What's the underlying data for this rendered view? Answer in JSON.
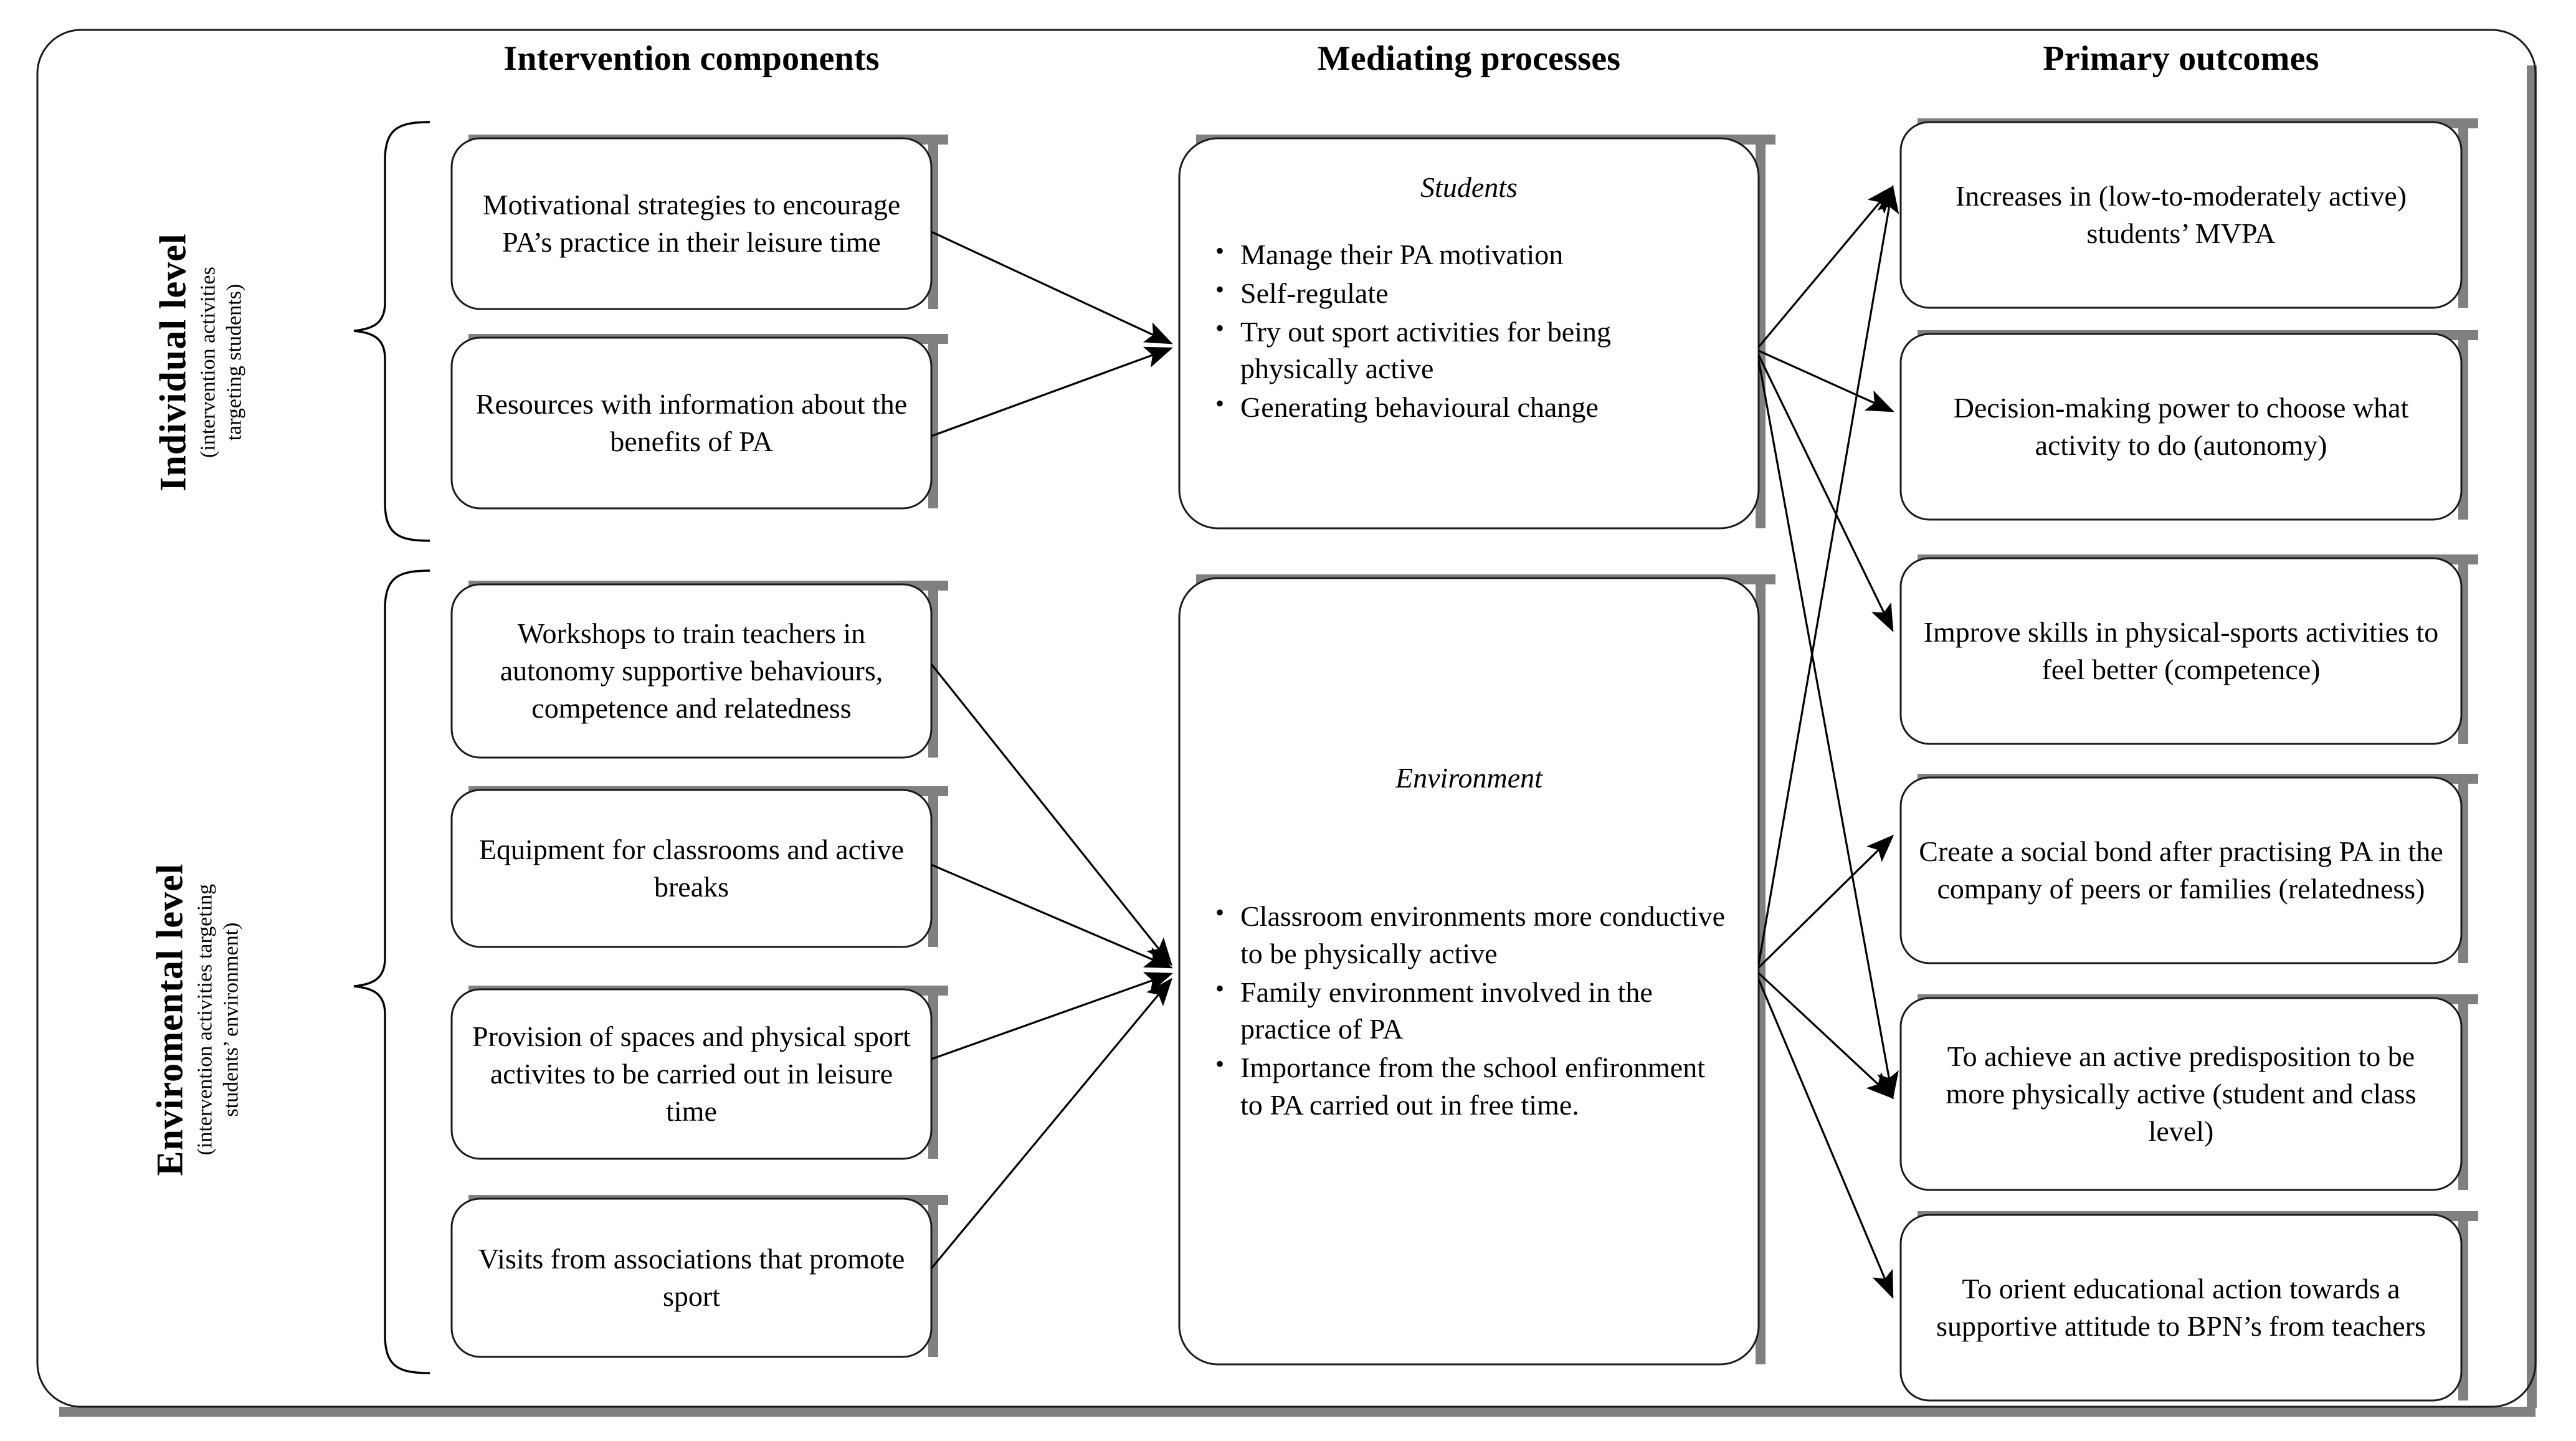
{
  "columns": {
    "intervention": "Intervention components",
    "mediating": "Mediating processes",
    "outcomes": "Primary outcomes"
  },
  "levels": [
    {
      "key": "individual",
      "title": "Individual level",
      "subtitle_line1": "(intervention activities",
      "subtitle_line2": "targeting students)"
    },
    {
      "key": "environmental",
      "title": "Enviromental level",
      "subtitle_line1": "(intervention activities targeting",
      "subtitle_line2": "students’ environment)"
    }
  ],
  "intervention_components": [
    {
      "id": "ic1",
      "text": "Motivational strategies to encourage PA’s practice in their leisure time",
      "level": "individual"
    },
    {
      "id": "ic2",
      "text": "Resources with information about the benefits of PA",
      "level": "individual"
    },
    {
      "id": "ic3",
      "text": "Workshops to train teachers in autonomy supportive behaviours, competence and relatedness",
      "level": "environmental"
    },
    {
      "id": "ic4",
      "text": "Equipment for classrooms and active breaks",
      "level": "environmental"
    },
    {
      "id": "ic5",
      "text": "Provision of spaces and physical sport activites to be carried out in leisure time",
      "level": "environmental"
    },
    {
      "id": "ic6",
      "text": "Visits from associations that promote sport",
      "level": "environmental"
    }
  ],
  "mediating_processes": [
    {
      "id": "mp-students",
      "title": "Students",
      "bullets": [
        "Manage their PA motivation",
        "Self-regulate",
        "Try out sport activities for being physically active",
        "Generating behavioural change"
      ]
    },
    {
      "id": "mp-environment",
      "title": "Environment",
      "bullets": [
        "Classroom environments more conductive to be physically active",
        "Family environment involved in the practice of PA",
        "Importance from the school enfironment to PA carried out in free time."
      ]
    }
  ],
  "primary_outcomes": [
    {
      "id": "po1",
      "text": "Increases in (low-to-moderately active) students’ MVPA"
    },
    {
      "id": "po2",
      "text": "Decision-making power to choose what activity to do (autonomy)"
    },
    {
      "id": "po3",
      "text": "Improve skills in physical-sports activities to feel better (competence)"
    },
    {
      "id": "po4",
      "text": "Create a social bond after practising PA in the company of peers or families (relatedness)"
    },
    {
      "id": "po5",
      "text": "To achieve an active predisposition to be more physically active (student and class level)"
    },
    {
      "id": "po6",
      "text": "To orient educational action towards a supportive attitude to BPN’s from teachers"
    }
  ],
  "connections": [
    {
      "from": "ic1",
      "to": "mp-students"
    },
    {
      "from": "ic2",
      "to": "mp-students"
    },
    {
      "from": "ic3",
      "to": "mp-environment"
    },
    {
      "from": "ic4",
      "to": "mp-environment"
    },
    {
      "from": "ic5",
      "to": "mp-environment"
    },
    {
      "from": "ic6",
      "to": "mp-environment"
    },
    {
      "from": "mp-students",
      "to": "po1"
    },
    {
      "from": "mp-students",
      "to": "po2"
    },
    {
      "from": "mp-students",
      "to": "po3"
    },
    {
      "from": "mp-students",
      "to": "po5"
    },
    {
      "from": "mp-environment",
      "to": "po1"
    },
    {
      "from": "mp-environment",
      "to": "po4"
    },
    {
      "from": "mp-environment",
      "to": "po5"
    },
    {
      "from": "mp-environment",
      "to": "po6"
    }
  ],
  "colors": {
    "line": "#1a1a1a",
    "shadow": "#808080",
    "background": "#ffffff",
    "text": "#000000"
  }
}
